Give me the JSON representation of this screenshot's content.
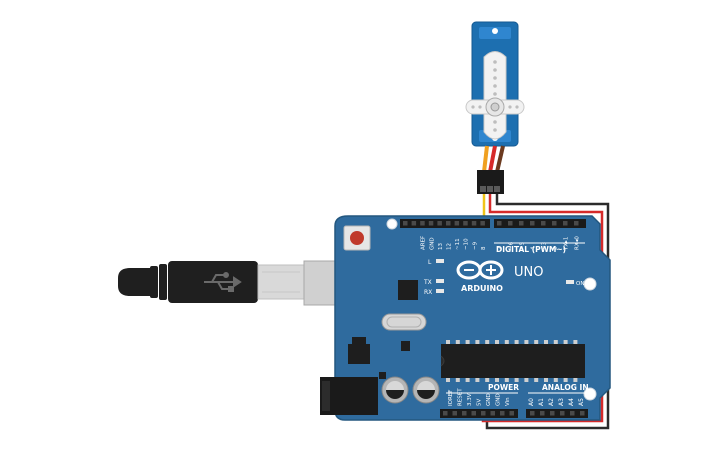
{
  "board": {
    "brand": "ARDUINO",
    "model": "UNO",
    "digital_label": "DIGITAL (PWM~)",
    "power_label": "POWER",
    "analog_label": "ANALOG IN",
    "led_l": "L",
    "led_tx": "TX",
    "led_rx": "RX",
    "on_label": "ON",
    "digital_pins": [
      "AREF",
      "GND",
      "13",
      "12",
      "~11",
      "~10",
      "~9",
      "8",
      "7",
      "~6",
      "~5",
      "4",
      "~3",
      "2",
      "TX▸1",
      "RX◂0"
    ],
    "power_pins": [
      "IOREF",
      "RESET",
      "3.3V",
      "5V",
      "GND",
      "GND",
      "Vin"
    ],
    "analog_pins": [
      "A0",
      "A1",
      "A2",
      "A3",
      "A4",
      "A5"
    ]
  },
  "colors": {
    "board": "#2f6b9e",
    "board_dark": "#1e4f78",
    "servo": "#1d6fb0",
    "wire_signal": "#f0c419",
    "wire_power": "#d62a2a",
    "wire_ground": "#2b2b2b",
    "usb_cable": "#1f1f1f",
    "usb_plug": "#d9d9d9"
  }
}
